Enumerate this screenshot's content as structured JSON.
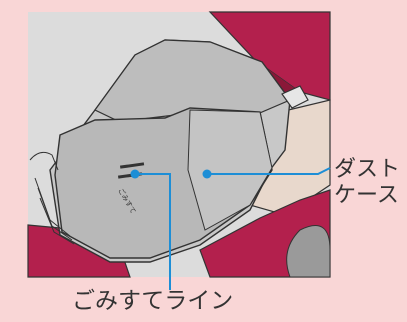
{
  "labels": {
    "dust_case_line1": "ダスト",
    "dust_case_line2": "ケース",
    "garbage_line": "ごみすてライン",
    "embossed_mark": "ごみすて"
  },
  "colors": {
    "background": "#f9d6d6",
    "body_magenta": "#b3204d",
    "case_gray": "#c9c9c9",
    "callout_blue": "#1d8ed6",
    "outline": "#333333"
  }
}
